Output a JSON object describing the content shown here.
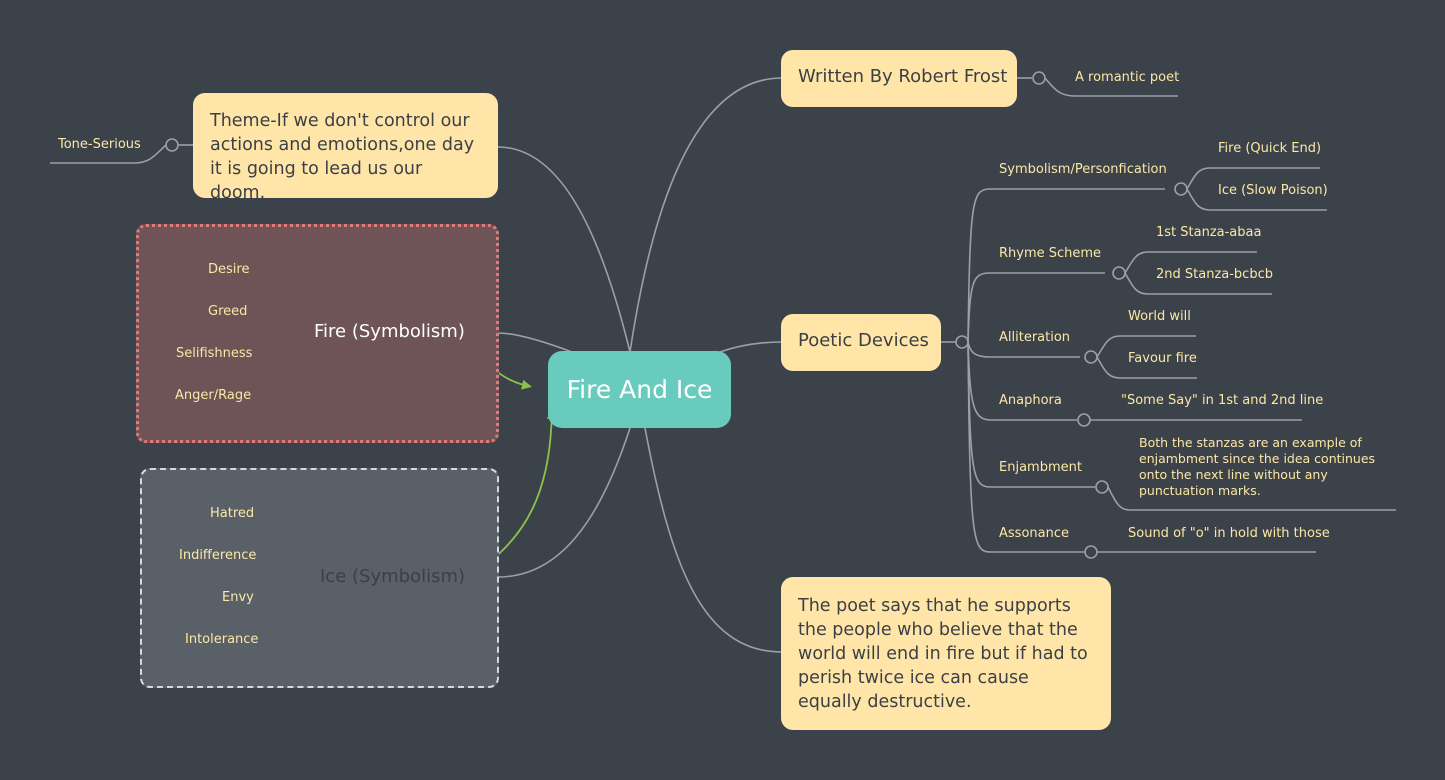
{
  "root": {
    "label": "Fire And Ice"
  },
  "author": {
    "label": "Written By Robert Frost",
    "child": "A romantic poet"
  },
  "theme": {
    "label": "Theme-If we don't control our actions and emotions,one day it is going to lead us our doom.",
    "child": "Tone-Serious"
  },
  "fire_group": {
    "label": "Fire (Symbolism)",
    "children": [
      "Desire",
      "Greed",
      "Selifishness",
      "Anger/Rage"
    ]
  },
  "ice_group": {
    "label": "Ice (Symbolism)",
    "children": [
      "Hatred",
      "Indifference",
      "Envy",
      "Intolerance"
    ]
  },
  "devices": {
    "label": "Poetic Devices",
    "items": [
      {
        "label": "Symbolism/Personfication",
        "children": [
          "Fire (Quick End)",
          "Ice (Slow Poison)"
        ]
      },
      {
        "label": "Rhyme Scheme",
        "children": [
          "1st Stanza-abaa",
          "2nd Stanza-bcbcb"
        ]
      },
      {
        "label": "Alliteration",
        "children": [
          "World will",
          "Favour fire"
        ]
      },
      {
        "label": "Anaphora",
        "children": [
          "\"Some Say\" in 1st and 2nd line"
        ]
      },
      {
        "label": "Enjambment",
        "children": [
          "Both the stanzas are an example of enjambment since the idea continues onto the next line without any punctuation marks."
        ]
      },
      {
        "label": "Assonance",
        "children": [
          "Sound of \"o\" in hold with those"
        ]
      }
    ]
  },
  "summary": {
    "label": "The poet says that he supports the people who believe that the world will end in fire but if had to perish twice ice can cause equally destructive."
  },
  "colors": {
    "background": "#3c424a",
    "card": "#ffe6a8",
    "root": "#68cbbd",
    "link": "#9aa0a6",
    "relation_arrow": "#8bc34a",
    "fire_border": "#e27a7a"
  }
}
